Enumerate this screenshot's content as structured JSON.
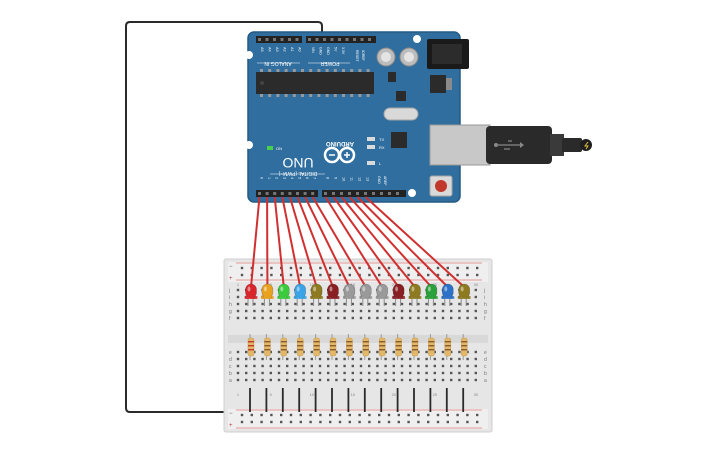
{
  "board": {
    "logo_text": "ARDUINO",
    "model": "UNO",
    "on_label": "ON",
    "tx_label": "TX",
    "rx_label": "RX",
    "l_label": "L",
    "analog_label": "ANALOG IN",
    "power_label": "POWER",
    "digital_label": "DIGITAL (PWM~)",
    "aref_label": "AREF",
    "gnd_label": "GND",
    "ioref_label": "IOREF",
    "reset_label": "RESET",
    "analog_pins": [
      "A5",
      "A4",
      "A3",
      "A2",
      "A1",
      "A0"
    ],
    "power_pins": [
      "VIN",
      "GND",
      "GND",
      "5V",
      "3.3V"
    ],
    "digital_pins": [
      "0",
      "1",
      "2",
      "3",
      "4",
      "5",
      "6",
      "7",
      "8",
      "9",
      "10",
      "11",
      "12",
      "13"
    ],
    "colors": {
      "board": "#2f6e9e",
      "board_edge": "#255a82",
      "header": "#222222",
      "chip": "#2b2b2b",
      "usb": "#c8c8c8",
      "jack": "#1a1a1a"
    }
  },
  "leds": {
    "colors": [
      "#d8262b",
      "#e8a21d",
      "#3ccb3c",
      "#3aa4e6",
      "#8e7a1f",
      "#8a1f23",
      "#9a9a9a",
      "#9a9a9a",
      "#9a9a9a",
      "#8a1f23",
      "#8e7a1f",
      "#2aa13a",
      "#2b72c8",
      "#8e7a1f"
    ]
  },
  "breadboard": {
    "row_letters": [
      "j",
      "i",
      "h",
      "g",
      "f",
      "e",
      "d",
      "c",
      "b",
      "a"
    ],
    "column_numbers": [
      "1",
      "5",
      "10",
      "15",
      "20",
      "25",
      "30"
    ],
    "rail_plus": "+",
    "rail_minus": "−"
  },
  "wires": {
    "signal_color": "#d03030",
    "ground_color": "#2a2a2a"
  }
}
